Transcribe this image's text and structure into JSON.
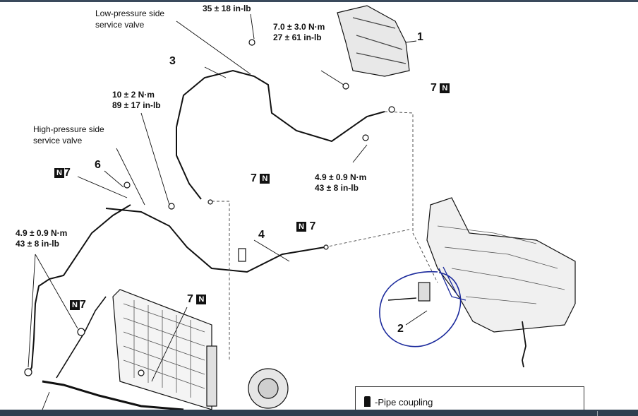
{
  "torque": {
    "t1": "35 ± 18 in-lb",
    "t2a": "7.0 ± 3.0 N·m",
    "t2b": "27 ± 61 in-lb",
    "t3a": "10 ± 2 N·m",
    "t3b": "89 ± 17 in-lb",
    "t4a": "4.9 ± 0.9 N·m",
    "t4b": "43 ± 8 in-lb",
    "t5a": "4.9 ± 0.9 N·m",
    "t5b": "43 ± 8 in-lb"
  },
  "valves": {
    "low_a": "Low-pressure side",
    "low_b": "service valve",
    "high_a": "High-pressure side",
    "high_b": "service valve"
  },
  "parts": {
    "p1": "1",
    "p2": "2",
    "p3": "3",
    "p4": "4",
    "p6": "6",
    "n7": "7",
    "n_symbol": "N"
  },
  "legend": {
    "pipe_coupling": "-Pipe coupling"
  },
  "colors": {
    "annotation": "#1b2a9c",
    "line": "#111111",
    "frame": "#2f3e50"
  }
}
